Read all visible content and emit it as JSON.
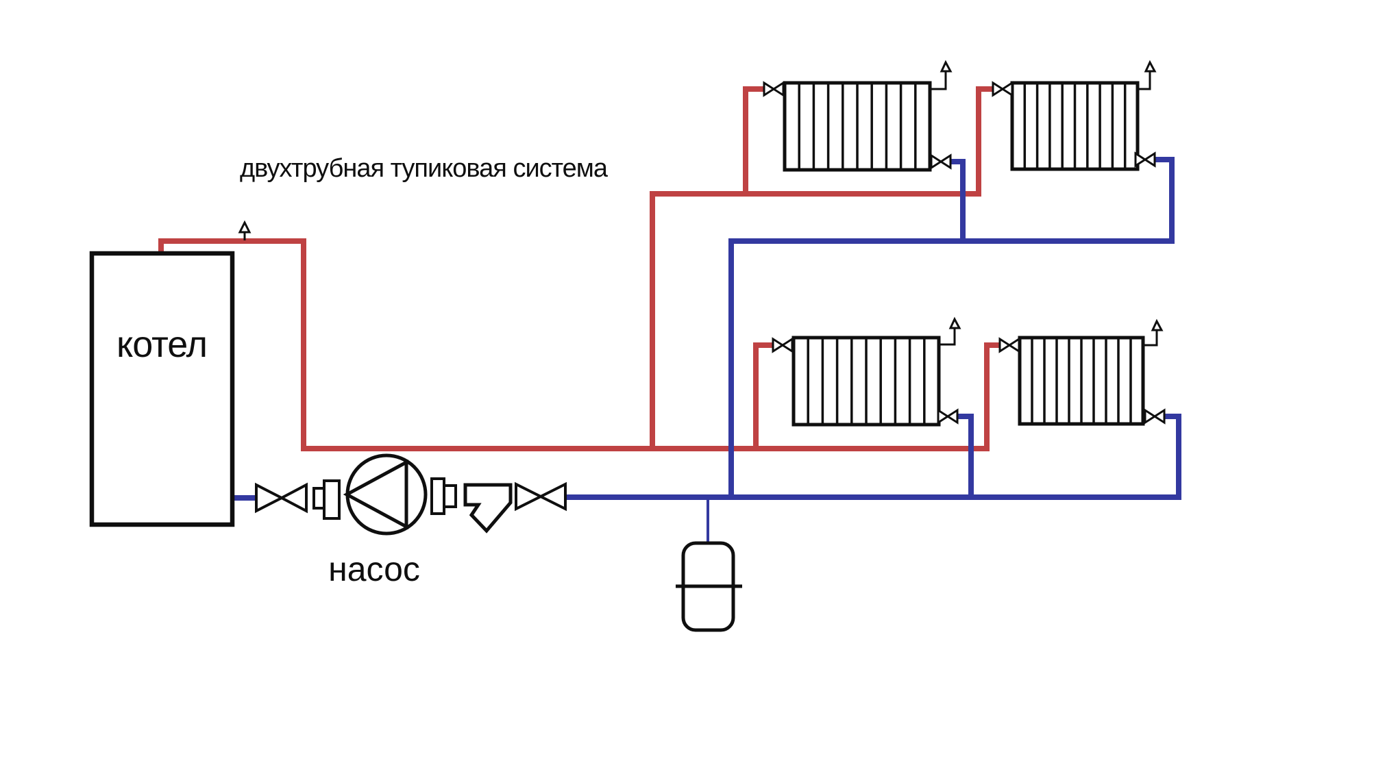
{
  "title": "двухтрубная тупиковая система",
  "boiler": {
    "label": "котел"
  },
  "pump": {
    "label": "насос"
  },
  "colors": {
    "supply": "#bf4243",
    "return": "#3339a0",
    "ink": "#0f0f0f",
    "bg": "#ffffff"
  },
  "radiators": [
    {
      "name": "radiator-top-left",
      "sections": 10
    },
    {
      "name": "radiator-top-right",
      "sections": 10
    },
    {
      "name": "radiator-bottom-left",
      "sections": 10
    },
    {
      "name": "radiator-bottom-right",
      "sections": 10
    }
  ],
  "components": [
    "boiler",
    "circulation-pump",
    "shut-off-valve",
    "pipe-union",
    "oblique-strainer",
    "expansion-tank",
    "radiator",
    "air-vent",
    "supply-pipe",
    "return-pipe"
  ]
}
